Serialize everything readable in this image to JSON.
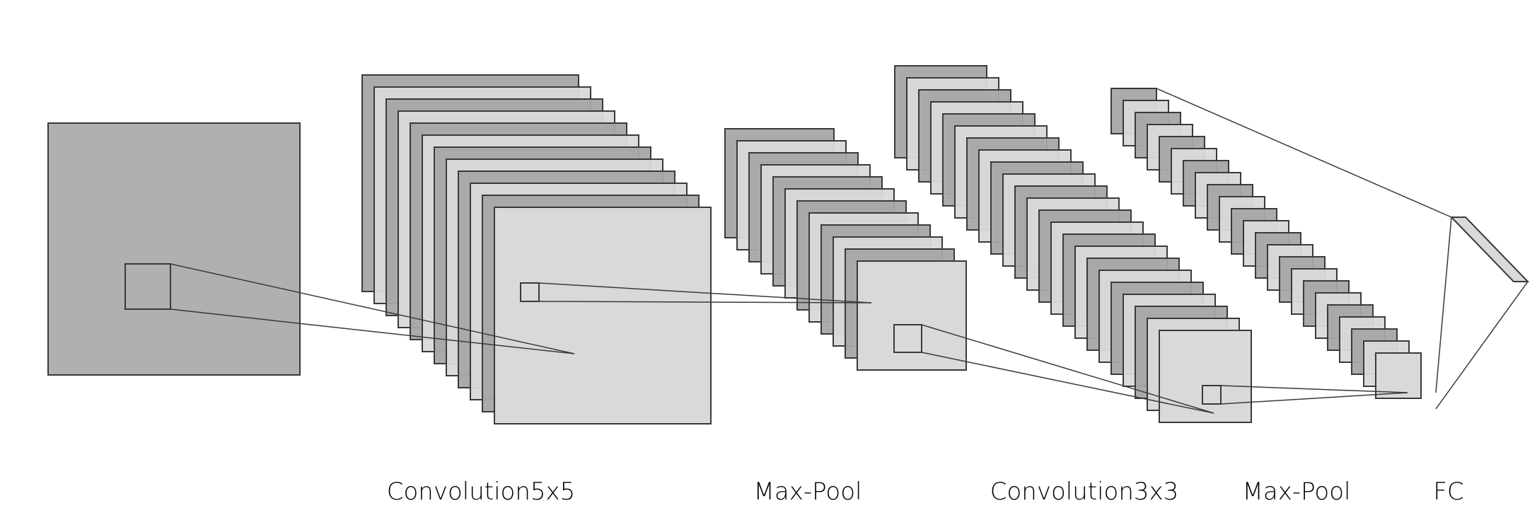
{
  "diagram": {
    "layers": [
      {
        "name": "input",
        "label": "",
        "maps": 1
      },
      {
        "name": "conv1",
        "label": "Convolution5x5",
        "maps": 12
      },
      {
        "name": "pool1",
        "label": "Max-Pool",
        "maps": 12
      },
      {
        "name": "conv2",
        "label": "Convolution3x3",
        "maps": 23
      },
      {
        "name": "pool2",
        "label": "Max-Pool",
        "maps": 23
      },
      {
        "name": "fc",
        "label": "FC",
        "maps": 1
      }
    ]
  },
  "colors": {
    "dark": "#a6a6a6",
    "light": "#d9d9d9",
    "input": "#b0b0b0",
    "stroke": "#3a3a3a",
    "label": "#333333"
  }
}
